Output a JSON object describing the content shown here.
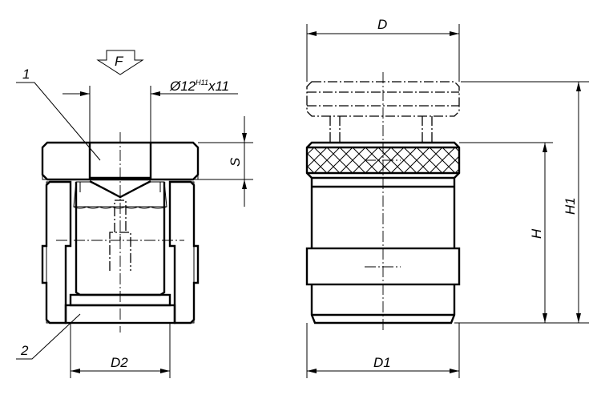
{
  "labels": {
    "item1": "1",
    "item2": "2",
    "force": "F",
    "bore_dia": "Ø12",
    "bore_tol": "H11",
    "bore_depth": "x11",
    "stroke": "S",
    "d2": "D2",
    "d": "D",
    "d1": "D1",
    "h": "H",
    "h1": "H1"
  }
}
